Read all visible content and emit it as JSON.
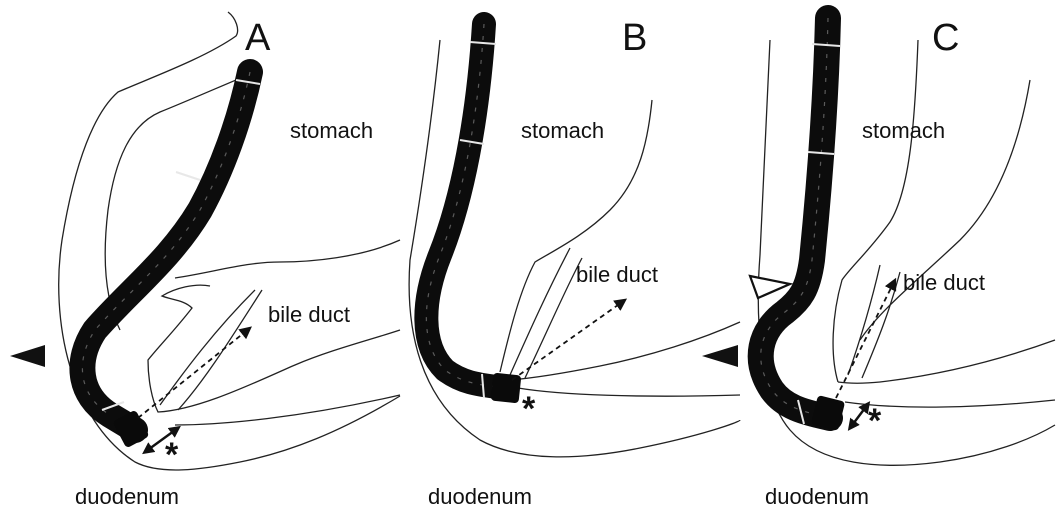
{
  "panels": [
    {
      "letter": "A",
      "stomach_label": "stomach",
      "bile_duct_label": "bile duct",
      "duodenum_label": "duodenum",
      "asterisk": "*"
    },
    {
      "letter": "B",
      "stomach_label": "stomach",
      "bile_duct_label": "bile duct",
      "duodenum_label": "duodenum",
      "asterisk": "*"
    },
    {
      "letter": "C",
      "stomach_label": "stomach",
      "bile_duct_label": "bile duct",
      "duodenum_label": "duodenum",
      "asterisk": "*"
    }
  ],
  "colors": {
    "scope": "#0c0c0c",
    "outline": "#222222",
    "background": "#ffffff"
  },
  "markers": {
    "panel_a": "filled-arrowhead",
    "panel_c": [
      "filled-arrowhead",
      "open-arrowhead"
    ]
  }
}
